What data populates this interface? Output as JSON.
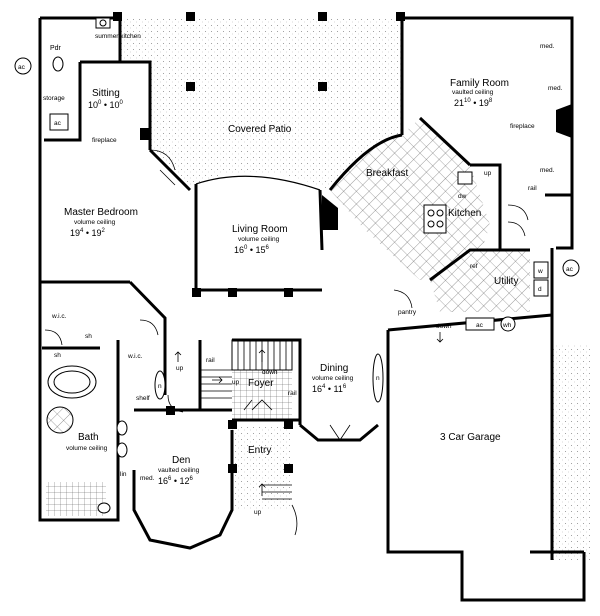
{
  "rooms": {
    "powder": "Pdr",
    "summer_kitchen": "summer kitchen",
    "sitting": {
      "name": "Sitting",
      "d1": "10",
      "d1s": "0",
      "d2": "10",
      "d2s": "0"
    },
    "storage": "storage",
    "ac_inside": "ac",
    "ac_left": "ac",
    "fireplace_left": "fireplace",
    "covered_patio": "Covered Patio",
    "family_room": {
      "name": "Family Room",
      "ceiling": "vaulted ceiling",
      "d1": "21",
      "d1s": "10",
      "d2": "19",
      "d2s": "8"
    },
    "med1": "med.",
    "med2": "med.",
    "med3": "med.",
    "fireplace_right": "fireplace",
    "rail1": "rail",
    "breakfast": "Breakfast",
    "kitchen": "Kitchen",
    "up_kitchen": "up",
    "dw": "dw",
    "ref": "ref",
    "utility": "Utility",
    "w": "w",
    "d": "d",
    "ac_right": "ac",
    "master_bedroom": {
      "name": "Master Bedroom",
      "ceiling": "volume ceiling",
      "d1": "19",
      "d1s": "4",
      "d2": "19",
      "d2s": "2"
    },
    "living_room": {
      "name": "Living Room",
      "ceiling": "volume ceiling",
      "d1": "16",
      "d1s": "0",
      "d2": "15",
      "d2s": "6"
    },
    "wic1": "w.i.c.",
    "wic2": "w.i.c.",
    "sh1": "sh",
    "sh2": "sh",
    "up_foyer1": "up",
    "up_foyer2": "up",
    "rail2": "rail",
    "down_foyer": "down",
    "foyer": "Foyer",
    "rail3": "rail",
    "shelf": "shelf",
    "pantry": "pantry",
    "down_garage": "down",
    "ac_garage": "ac",
    "wh": "wh",
    "dining": {
      "name": "Dining",
      "ceiling": "volume ceiling",
      "d1": "16",
      "d1s": "4",
      "d2": "11",
      "d2s": "6"
    },
    "n1": "n",
    "n2": "n",
    "bath": {
      "name": "Bath",
      "ceiling": "volume ceiling"
    },
    "den": {
      "name": "Den",
      "ceiling": "vaulted ceiling",
      "d1": "16",
      "d1s": "6",
      "d2": "12",
      "d2s": "6"
    },
    "lin": "lin",
    "med_den": "med.",
    "entry": "Entry",
    "up_entry": "up",
    "garage": "3 Car Garage"
  },
  "icons": {
    "column": "square-column",
    "fireplace": "fireplace-hearth",
    "tub": "oval-tub",
    "stove": "cooktop"
  }
}
